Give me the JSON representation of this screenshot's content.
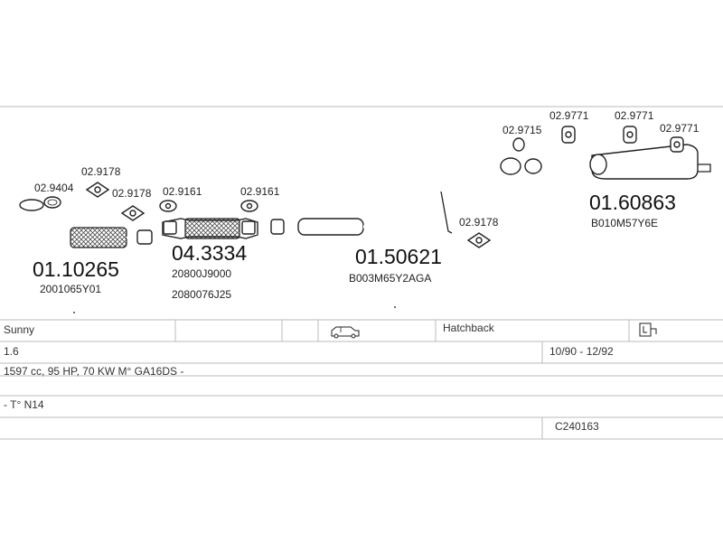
{
  "parts": {
    "front_pipe": {
      "number": "01.10265",
      "oem": "2001065Y01"
    },
    "catalyst": {
      "number": "04.3334",
      "oem_1": "20800J9000",
      "oem_2": "2080076J25"
    },
    "centre_silencer": {
      "number": "01.50621",
      "oem": "B003M65Y2AGA"
    },
    "rear_silencer": {
      "number": "01.60863",
      "oem": "B010M57Y6E"
    }
  },
  "fittings": {
    "f1": "02.9404",
    "f2": "02.9178",
    "f3": "02.9178",
    "f4": "02.9161",
    "f5": "02.9161",
    "f6": "02.9178",
    "f7": "02.9715",
    "f8": "02.9771",
    "f9": "02.9771",
    "f10": "02.9771"
  },
  "vehicle": {
    "model": "Sunny",
    "body": "Hatchback",
    "engine_size": "1.6",
    "years": "10/90 - 12/92",
    "engine_details": "1597 cc, 95 HP, 70 KW M° GA16DS -",
    "type": "- T° N14",
    "ref": "C240163"
  },
  "icons": {
    "car": "car-icon",
    "gearbox": "gearbox-icon"
  }
}
